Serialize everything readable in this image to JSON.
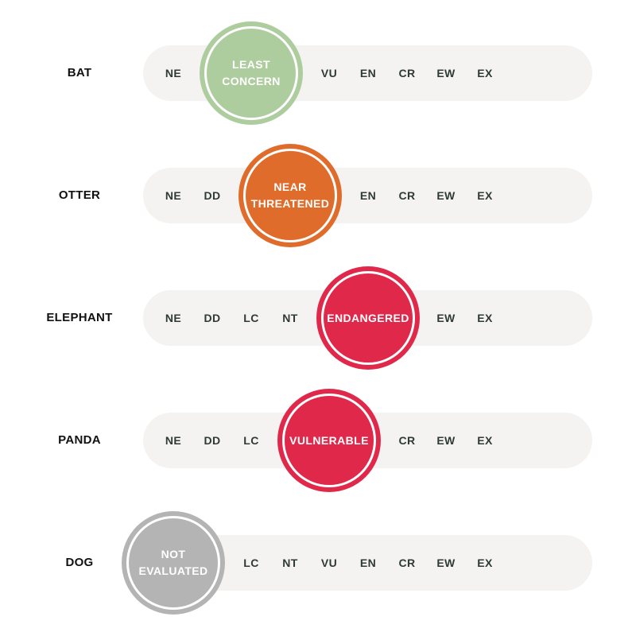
{
  "categories": [
    "NE",
    "DD",
    "LC",
    "NT",
    "VU",
    "EN",
    "CR",
    "EW",
    "EX"
  ],
  "rows": [
    {
      "animal": "BAT",
      "status_index": 2,
      "status_label": "LEAST CONCERN",
      "color": "#aecd9f"
    },
    {
      "animal": "OTTER",
      "status_index": 3,
      "status_label": "NEAR THREATENED",
      "color": "#e06c2c"
    },
    {
      "animal": "ELEPHANT",
      "status_index": 5,
      "status_label": "ENDANGERED",
      "color": "#e0294a"
    },
    {
      "animal": "PANDA",
      "status_index": 4,
      "status_label": "VULNERABLE",
      "color": "#e0294a"
    },
    {
      "animal": "DOG",
      "status_index": 0,
      "status_label": "NOT EVALUATED",
      "color": "#b4b4b4"
    }
  ]
}
